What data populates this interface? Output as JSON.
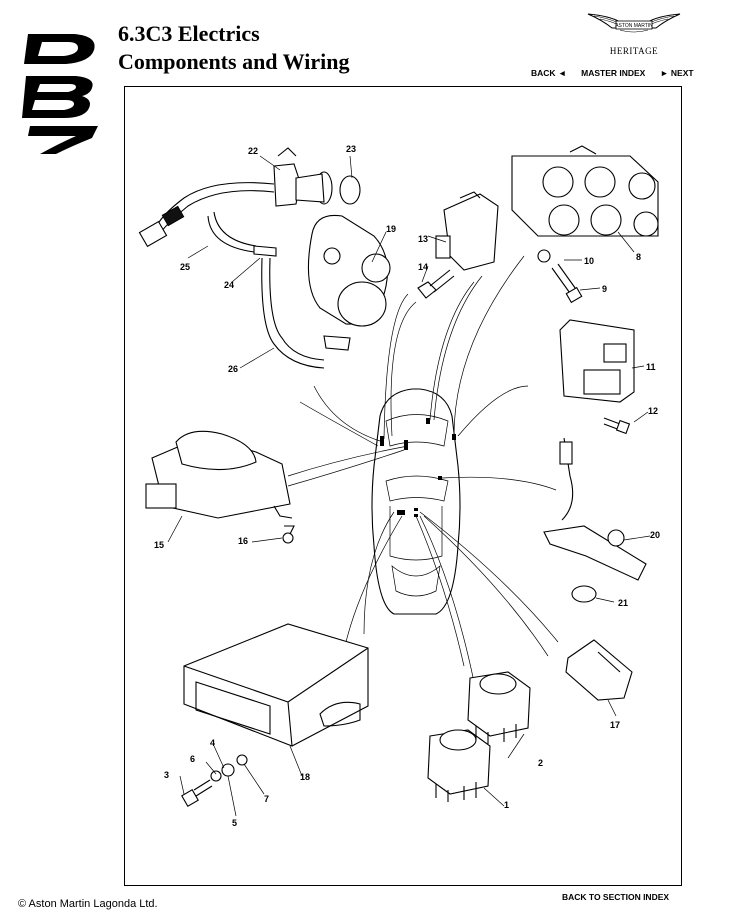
{
  "header": {
    "title_line1": "6.3C3 Electrics",
    "title_line2": "Components and Wiring",
    "brand_heritage": "HERITAGE",
    "brand_wings_text": "ASTON MARTIN"
  },
  "nav": {
    "back": "BACK",
    "master_index": "MASTER INDEX",
    "next": "NEXT"
  },
  "footer": {
    "copyright": "© Aston Martin Lagonda Ltd.",
    "back_to_section": "BACK TO SECTION INDEX"
  },
  "callouts": [
    "1",
    "2",
    "3",
    "4",
    "5",
    "6",
    "7",
    "8",
    "9",
    "10",
    "11",
    "12",
    "13",
    "14",
    "15",
    "16",
    "17",
    "18",
    "19",
    "20",
    "21",
    "22",
    "23",
    "24",
    "25",
    "26"
  ],
  "icons": {
    "logo": "db7-logo",
    "brand": "aston-martin-wings-logo",
    "back_arrow": "◄",
    "next_arrow": "►"
  }
}
